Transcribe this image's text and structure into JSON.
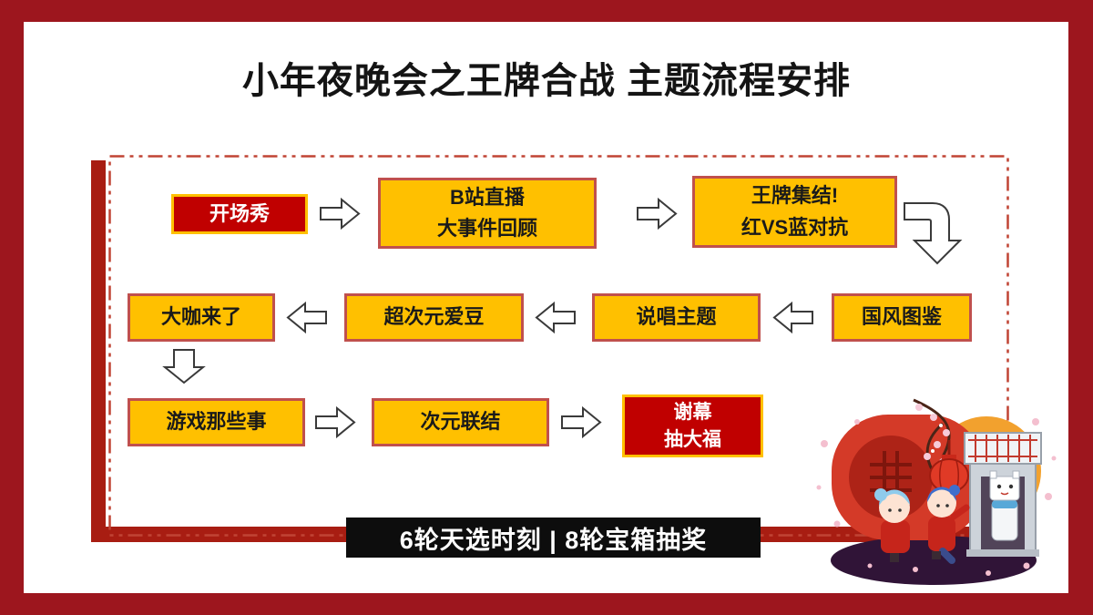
{
  "title": "小年夜晚会之王牌合战 主题流程安排",
  "flow": {
    "row1": {
      "opening": "开场秀",
      "live_line1": "B站直播",
      "live_line2": "大事件回顾",
      "ace_line1": "王牌集结!",
      "ace_line2": "红VS蓝对抗"
    },
    "row2": {
      "guofeng": "国风图鉴",
      "rap": "说唱主题",
      "idol": "超次元爱豆",
      "daka": "大咖来了"
    },
    "row3": {
      "games": "游戏那些事",
      "link": "次元联结",
      "finale_line1": "谢幕",
      "finale_line2": "抽大福"
    }
  },
  "banner": "6轮天选时刻 | 8轮宝箱抽奖",
  "colors": {
    "frame": "#9D161E",
    "accent_bar": "#A81D12",
    "dashed_border": "#C04434",
    "box_yellow_fill": "#FFC000",
    "box_yellow_border": "#C0504D",
    "box_red_fill": "#C00000",
    "box_red_border": "#FFC000",
    "banner_bg": "#0D0D0D",
    "arrow_fill": "#FFFFFF",
    "arrow_stroke": "#3A3A3A"
  }
}
